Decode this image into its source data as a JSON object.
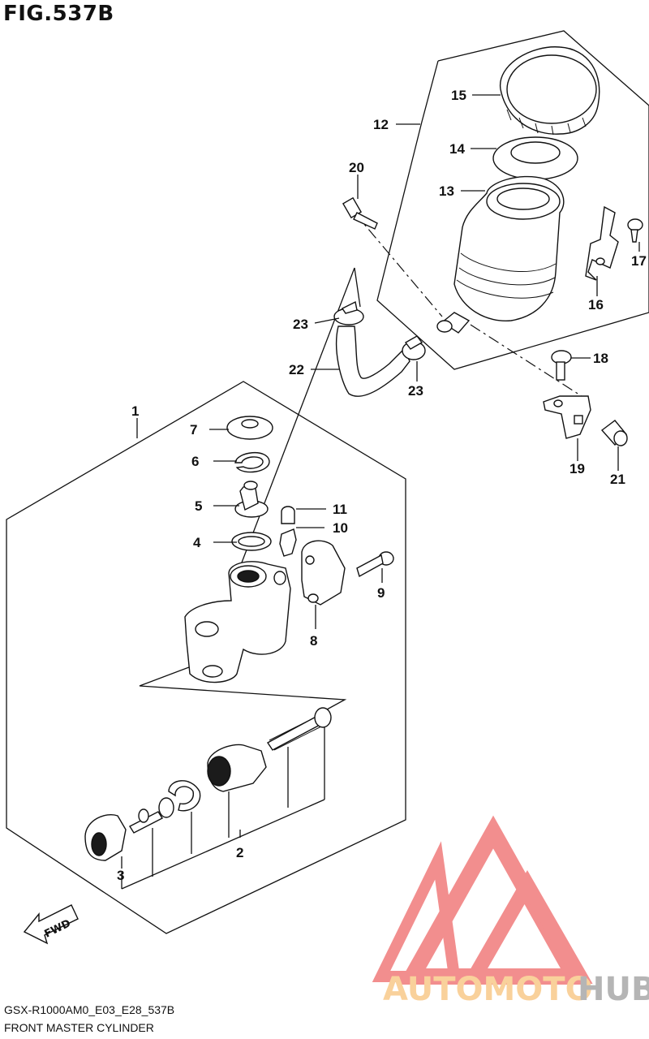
{
  "figure": {
    "title": "FIG.537B",
    "model_code": "GSX-R1000AM0_E03_E28_537B",
    "caption": "FRONT MASTER CYLINDER"
  },
  "callouts": {
    "c1": "1",
    "c2": "2",
    "c3": "3",
    "c4": "4",
    "c5": "5",
    "c6": "6",
    "c7": "7",
    "c8": "8",
    "c9": "9",
    "c10": "10",
    "c11": "11",
    "c12": "12",
    "c13": "13",
    "c14": "14",
    "c15": "15",
    "c16": "16",
    "c17": "17",
    "c18": "18",
    "c19": "19",
    "c20": "20",
    "c21": "21",
    "c22": "22",
    "c23a": "23",
    "c23b": "23"
  },
  "fwd_label": "FWD",
  "watermark": {
    "part1": "AUTOMOTO",
    "part2": "HUB",
    "colors": {
      "triangle": "#f07b7b",
      "auto": "#f9c98a",
      "hub": "#a9a9a9"
    }
  }
}
